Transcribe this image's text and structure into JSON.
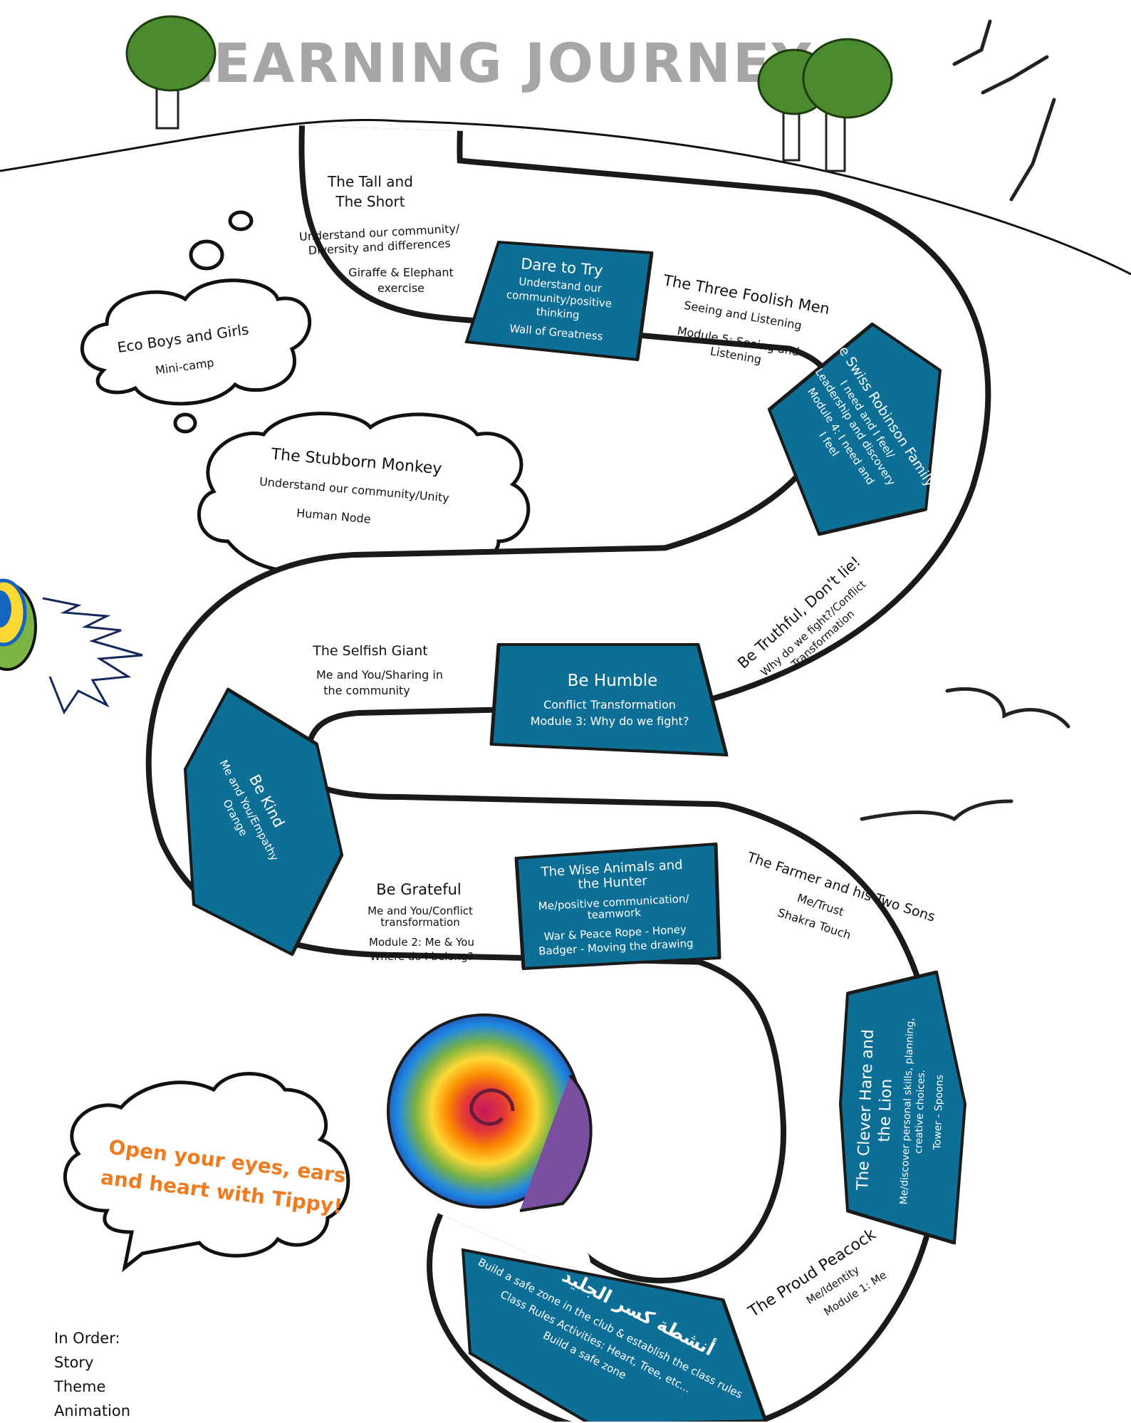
{
  "title": "LEARNING JOURNEY",
  "colors": {
    "blue": "#0d6e96",
    "path_outline": "#1a1a1a",
    "title": "#a6a6a6",
    "tippy_text": "#ee7c1f"
  },
  "clouds": {
    "eco": {
      "title": "Eco Boys and Girls",
      "line1": "Mini-camp"
    },
    "monkey": {
      "title": "The Stubborn Monkey",
      "line1": "Understand our community/Unity",
      "line2": "Human Node"
    },
    "tippy": {
      "line1": "Open your eyes, ears",
      "line2": "and heart with Tippy!"
    }
  },
  "stations": {
    "tall_short": {
      "title1": "The Tall and",
      "title2": "The Short",
      "line1": "Understand our community/",
      "line2": "Diversity and differences",
      "line3": "Giraffe & Elephant",
      "line4": "exercise"
    },
    "dare": {
      "title": "Dare to Try",
      "line1": "Understand our",
      "line2": "community/positive",
      "line3": "thinking",
      "line4": "Wall of Greatness"
    },
    "foolish": {
      "title": "The Three Foolish Men",
      "line1": "Seeing and Listening",
      "line2": "Module 5: Seeing and",
      "line3": "Listening"
    },
    "swiss": {
      "title": "The Swiss Robinson Family",
      "line1": "I need and I feel/",
      "line2": "Leadership and discovery",
      "line3": "Module 4: I need and",
      "line4": "I feel"
    },
    "truthful": {
      "title": "Be Truthful, Don't lie!",
      "line1": "Why do we fight?/Conflict",
      "line2": "Transformation"
    },
    "humble": {
      "title": "Be Humble",
      "line1": "Conflict Transformation",
      "line2": "Module 3: Why do we fight?"
    },
    "giant": {
      "title": "The Selfish Giant",
      "line1": "Me and You/Sharing in",
      "line2": "the community"
    },
    "kind": {
      "title": "Be Kind",
      "line1": "Me and You/Empathy",
      "line2": "Orange"
    },
    "grateful": {
      "title": "Be Grateful",
      "line1": "Me and You/Conflict",
      "line2": "transformation",
      "line3": "Module 2: Me & You",
      "line4": "Where do I belong?"
    },
    "wise": {
      "title1": "The Wise Animals and",
      "title2": "the Hunter",
      "line1": "Me/positive communication/",
      "line2": "teamwork",
      "line3": "War & Peace Rope - Honey",
      "line4": "Badger - Moving the drawing"
    },
    "farmer": {
      "title": "The Farmer and his Two Sons",
      "line1": "Me/Trust",
      "line2": "Shakra Touch"
    },
    "hare": {
      "title1": "The Clever Hare and",
      "title2": "the Lion",
      "line1": "Me/discover personal skills, planning,",
      "line2": "creative choices.",
      "line3": "Tower - Spoons"
    },
    "peacock": {
      "title": "The Proud Peacock",
      "line1": "Me/Identity",
      "line2": "Module 1: Me"
    },
    "icebreak": {
      "title": "أنشطة كسر الجليد",
      "line1": "Build a safe zone in the club & establish the class rules",
      "line2": "Class Rules Activities: Heart, Tree, etc...",
      "line3": "Build a safe zone"
    }
  },
  "legend": {
    "heading": "In Order:",
    "items": [
      "Story",
      "Theme",
      "Animation"
    ]
  }
}
